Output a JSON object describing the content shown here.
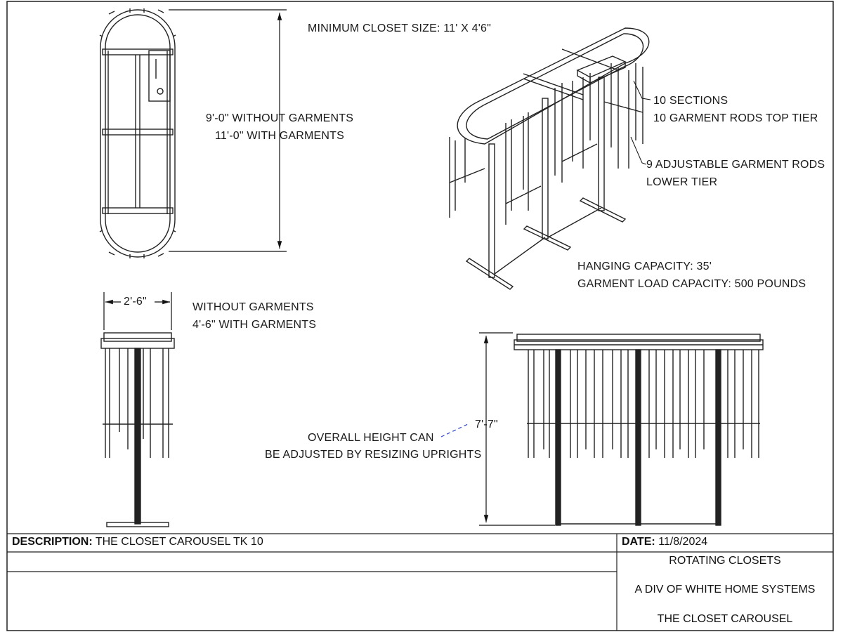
{
  "notes": {
    "min_closet_size": "MINIMUM CLOSET SIZE: 11' X 4'6\"",
    "length_without": "9'-0\" WITHOUT GARMENTS",
    "length_with": "11'-0\" WITH GARMENTS",
    "sections": "10 SECTIONS",
    "top_tier_rods": "10 GARMENT RODS TOP TIER",
    "lower_rods_1": "9 ADJUSTABLE GARMENT RODS",
    "lower_rods_2": "LOWER TIER",
    "hanging_capacity": "HANGING CAPACITY: 35'",
    "load_capacity": "GARMENT LOAD CAPACITY: 500 POUNDS",
    "width_dim": "2'-6\"",
    "width_without": "WITHOUT GARMENTS",
    "width_with": "4'-6\" WITH GARMENTS",
    "height_dim": "7'-7\"",
    "height_note_1": "OVERALL HEIGHT CAN",
    "height_note_2": "BE ADJUSTED BY RESIZING UPRIGHTS"
  },
  "title_block": {
    "description_label": "DESCRIPTION:",
    "description_value": "THE CLOSET CAROUSEL TK 10",
    "date_label": "DATE:",
    "date_value": "11/8/2024",
    "company_1": "ROTATING CLOSETS",
    "company_2": "A DIV OF WHITE HOME SYSTEMS",
    "company_3": "THE CLOSET CAROUSEL"
  }
}
